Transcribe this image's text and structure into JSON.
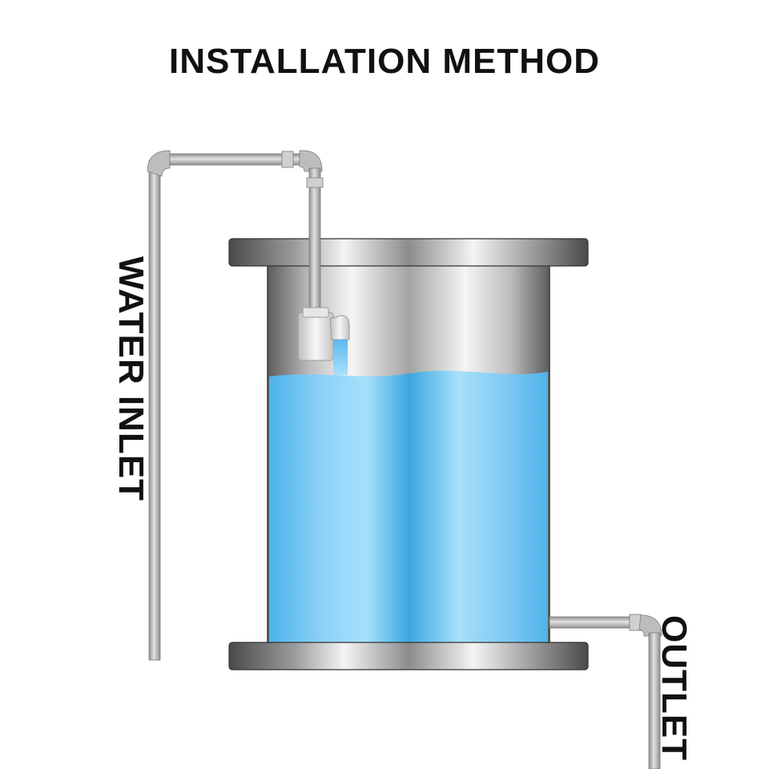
{
  "title": "INSTALLATION METHOD",
  "labels": {
    "inlet": "WATER INLET",
    "outlet": "OUTLET"
  },
  "colors": {
    "water_light": "#9fdcfa",
    "water_dark": "#3aa8e2",
    "metal_light": "#f2f2f2",
    "metal_dark": "#4a4a4a",
    "pipe": "#b9b9b9",
    "text": "#111111"
  }
}
